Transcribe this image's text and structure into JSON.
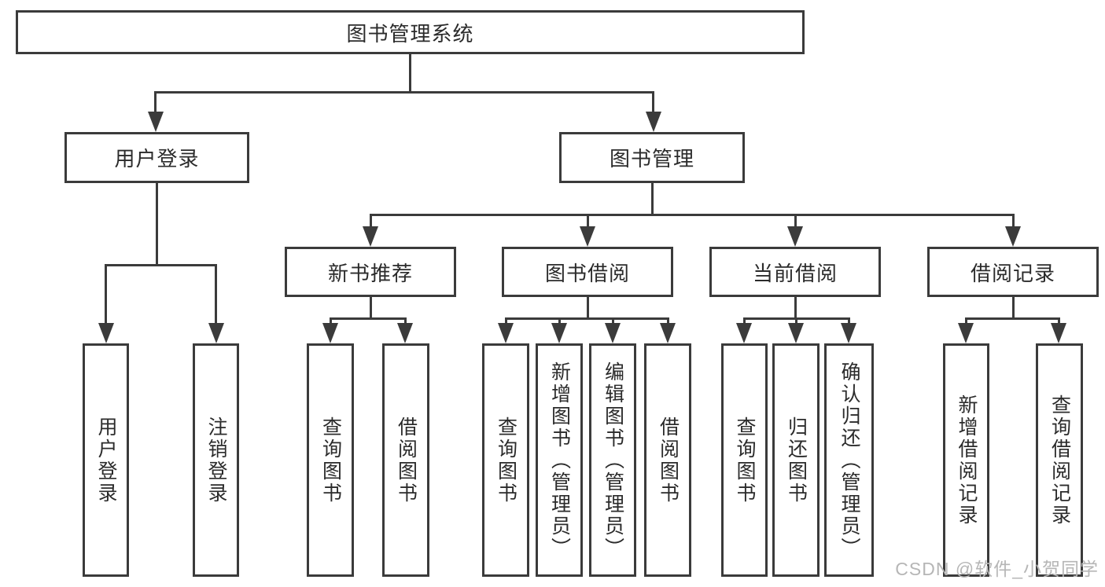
{
  "tree": {
    "root": {
      "label": "图书管理系统"
    },
    "branches": [
      {
        "label": "用户登录",
        "children": [
          {
            "label": "用户登录"
          },
          {
            "label": "注销登录"
          }
        ]
      },
      {
        "label": "图书管理",
        "children": [
          {
            "label": "新书推荐",
            "children": [
              {
                "label": "查询图书"
              },
              {
                "label": "借阅图书"
              }
            ]
          },
          {
            "label": "图书借阅",
            "children": [
              {
                "label": "查询图书"
              },
              {
                "label": "新增图书（管理员）"
              },
              {
                "label": "编辑图书（管理员）"
              },
              {
                "label": "借阅图书"
              }
            ]
          },
          {
            "label": "当前借阅",
            "children": [
              {
                "label": "查询图书"
              },
              {
                "label": "归还图书"
              },
              {
                "label": "确认归还（管理员）"
              }
            ]
          },
          {
            "label": "借阅记录",
            "children": [
              {
                "label": "新增借阅记录"
              },
              {
                "label": "查询借阅记录"
              }
            ]
          }
        ]
      }
    ]
  },
  "watermark": {
    "text": "CSDN @软件_小贺同学"
  },
  "colors": {
    "line": "#3b3b3b",
    "text": "#2b2b2b",
    "watermark": "#b6b6b6",
    "bg": "#ffffff"
  }
}
